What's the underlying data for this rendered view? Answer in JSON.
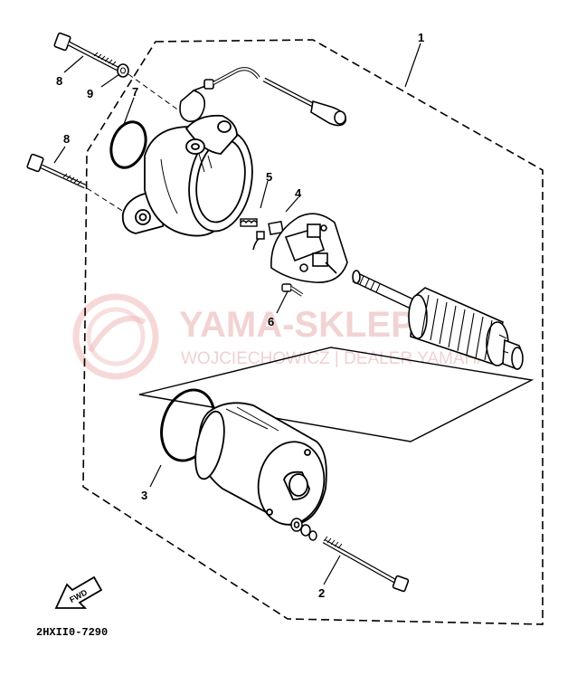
{
  "diagram": {
    "callouts": [
      {
        "id": "1",
        "text": "1"
      },
      {
        "id": "2",
        "text": "2"
      },
      {
        "id": "3",
        "text": "3"
      },
      {
        "id": "4",
        "text": "4"
      },
      {
        "id": "5",
        "text": "5"
      },
      {
        "id": "6",
        "text": "6"
      },
      {
        "id": "7",
        "text": "7"
      },
      {
        "id": "8a",
        "text": "8"
      },
      {
        "id": "8b",
        "text": "8"
      },
      {
        "id": "9",
        "text": "9"
      }
    ],
    "drawing_code": "2HXII0-7290",
    "fwd_label": "FWD"
  },
  "watermark": {
    "title": "YAMA-SKLEP.PL",
    "subtitle": "WOJCIECHOWICZ | DEALER YAMAHA"
  }
}
